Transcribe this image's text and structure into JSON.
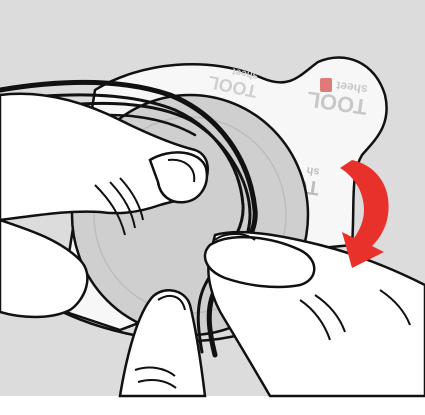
{
  "illustration": {
    "background_color": "#dcdcdc",
    "arrow_color": "#e8312a",
    "outline_color": "#111111",
    "skin_color": "#ffffff",
    "liner_color": "#f7f7f7",
    "pad_color": "#cfcfcf"
  },
  "liner": {
    "print_top": "TOOL",
    "print_top_small": "sheet",
    "print_mid": "TO",
    "print_mid_small": "sh",
    "print_left": "TOOL",
    "print_left_small": "sheet"
  }
}
